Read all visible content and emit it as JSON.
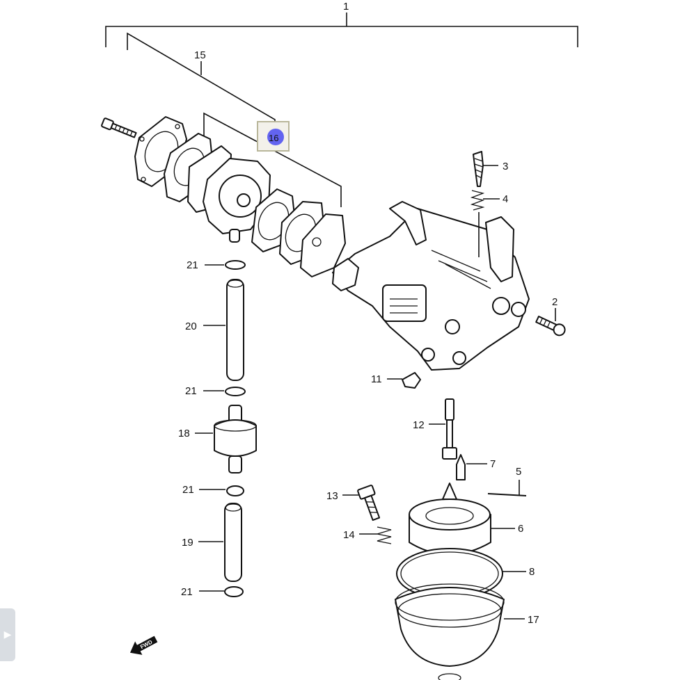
{
  "diagram": {
    "callouts": {
      "c1": "1",
      "c2": "2",
      "c3": "3",
      "c4": "4",
      "c5": "5",
      "c6": "6",
      "c7": "7",
      "c8": "8",
      "c11": "11",
      "c12": "12",
      "c13": "13",
      "c14": "14",
      "c15": "15",
      "c16": "16",
      "c17": "17",
      "c18": "18",
      "c19": "19",
      "c20": "20",
      "c21a": "21",
      "c21b": "21",
      "c21c": "21",
      "c21d": "21"
    },
    "fwd_label": "FWD",
    "highlight_color": "#5b5cf0"
  },
  "side_panel": {
    "toggle_icon": "chevron-right-icon"
  }
}
